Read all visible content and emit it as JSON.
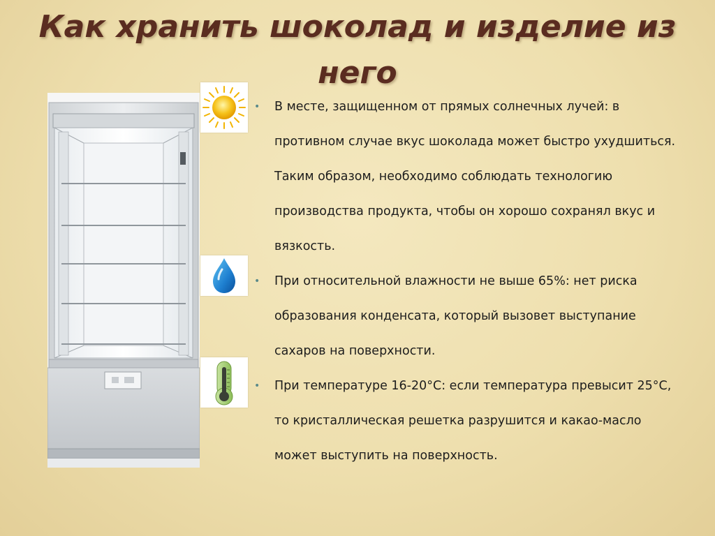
{
  "slide": {
    "title": "Как хранить шоколад и изделие из него"
  },
  "bullets": [
    {
      "icon": "sun-icon",
      "text": "В месте, защищенном от прямых солнечных лучей: в противном случае вкус шоколада может быстро ухудшиться. Таким образом, необходимо соблюдать технологию производства продукта, чтобы он хорошо сохранял вкус и вязкость."
    },
    {
      "icon": "water-drop-icon",
      "text": "При относительной влажности не выше 65%: нет риска образования конденсата, который вызовет выступание сахаров на поверхности."
    },
    {
      "icon": "thermometer-icon",
      "text": "При температуре 16-20°С: если температура превысит 25°С, то кристаллическая решетка разрушится и какао-масло может выступить на поверхность."
    }
  ],
  "colors": {
    "title": "#5a2c20",
    "background": "#efe1b2",
    "bullet": "#5a8a8a"
  }
}
